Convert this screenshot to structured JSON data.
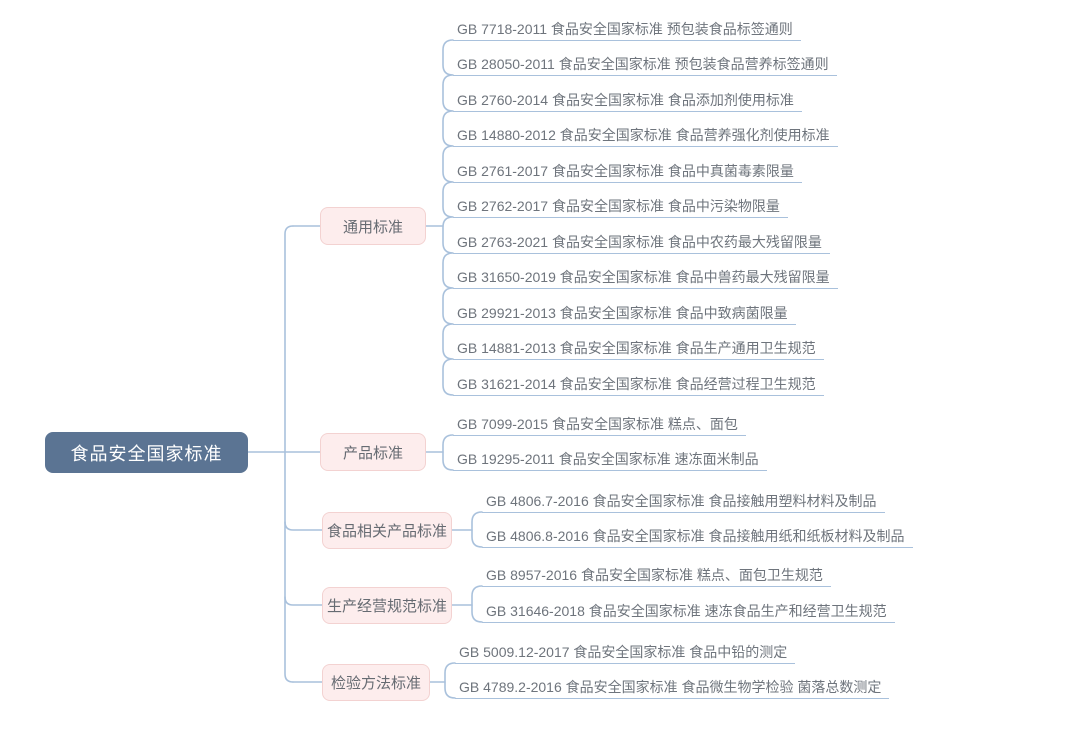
{
  "root": {
    "label": "食品安全国家标准"
  },
  "branches": [
    {
      "label": "通用标准",
      "leaves": [
        "GB 7718-2011 食品安全国家标准 预包装食品标签通则",
        "GB 28050-2011 食品安全国家标准 预包装食品营养标签通则",
        "GB 2760-2014 食品安全国家标准 食品添加剂使用标准",
        "GB 14880-2012 食品安全国家标准 食品营养强化剂使用标准",
        "GB 2761-2017 食品安全国家标准 食品中真菌毒素限量",
        "GB 2762-2017 食品安全国家标准 食品中污染物限量",
        "GB 2763-2021 食品安全国家标准 食品中农药最大残留限量",
        "GB 31650-2019 食品安全国家标准 食品中兽药最大残留限量",
        "GB 29921-2013 食品安全国家标准 食品中致病菌限量",
        "GB 14881-2013 食品安全国家标准 食品生产通用卫生规范",
        "GB 31621-2014 食品安全国家标准 食品经营过程卫生规范"
      ]
    },
    {
      "label": "产品标准",
      "leaves": [
        "GB 7099-2015 食品安全国家标准 糕点、面包",
        "GB 19295-2011 食品安全国家标准 速冻面米制品"
      ]
    },
    {
      "label": "食品相关产品标准",
      "leaves": [
        "GB 4806.7-2016 食品安全国家标准 食品接触用塑料材料及制品",
        "GB 4806.8-2016 食品安全国家标准 食品接触用纸和纸板材料及制品"
      ]
    },
    {
      "label": "生产经营规范标准",
      "leaves": [
        "GB 8957-2016 食品安全国家标准 糕点、面包卫生规范",
        "GB 31646-2018 食品安全国家标准 速冻食品生产和经营卫生规范"
      ]
    },
    {
      "label": "检验方法标准",
      "leaves": [
        "GB 5009.12-2017 食品安全国家标准 食品中铅的测定",
        "GB 4789.2-2016 食品安全国家标准 食品微生物学检验 菌落总数测定"
      ]
    }
  ],
  "colors": {
    "root_fill": "#5b7493",
    "root_text": "#ffffff",
    "branch_fill": "#fdeded",
    "branch_border": "#f3d2d1",
    "branch_text": "#666b72",
    "leaf_text": "#6e747c",
    "connector_line": "#a9c1dc",
    "background": "#ffffff"
  }
}
